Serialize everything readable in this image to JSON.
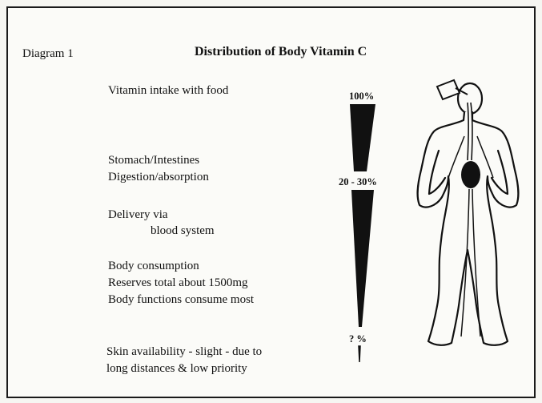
{
  "header": {
    "diagram_label": "Diagram 1",
    "title": "Distribution of Body Vitamin C"
  },
  "stages": {
    "intake": "Vitamin intake with food",
    "stomach_line1": "Stomach/Intestines",
    "stomach_line2": "Digestion/absorption",
    "delivery_line1": "Delivery via",
    "delivery_line2": "blood system",
    "consumption_line1": "Body consumption",
    "consumption_line2": "Reserves total about 1500mg",
    "consumption_line3": "Body functions consume most",
    "skin_line1": "Skin availability - slight - due to",
    "skin_line2": "long distances & low priority"
  },
  "percentages": {
    "top": "100%",
    "middle": "20 - 30%",
    "bottom": "? %"
  },
  "colors": {
    "ink": "#111111",
    "paper": "#fbfbf8"
  }
}
